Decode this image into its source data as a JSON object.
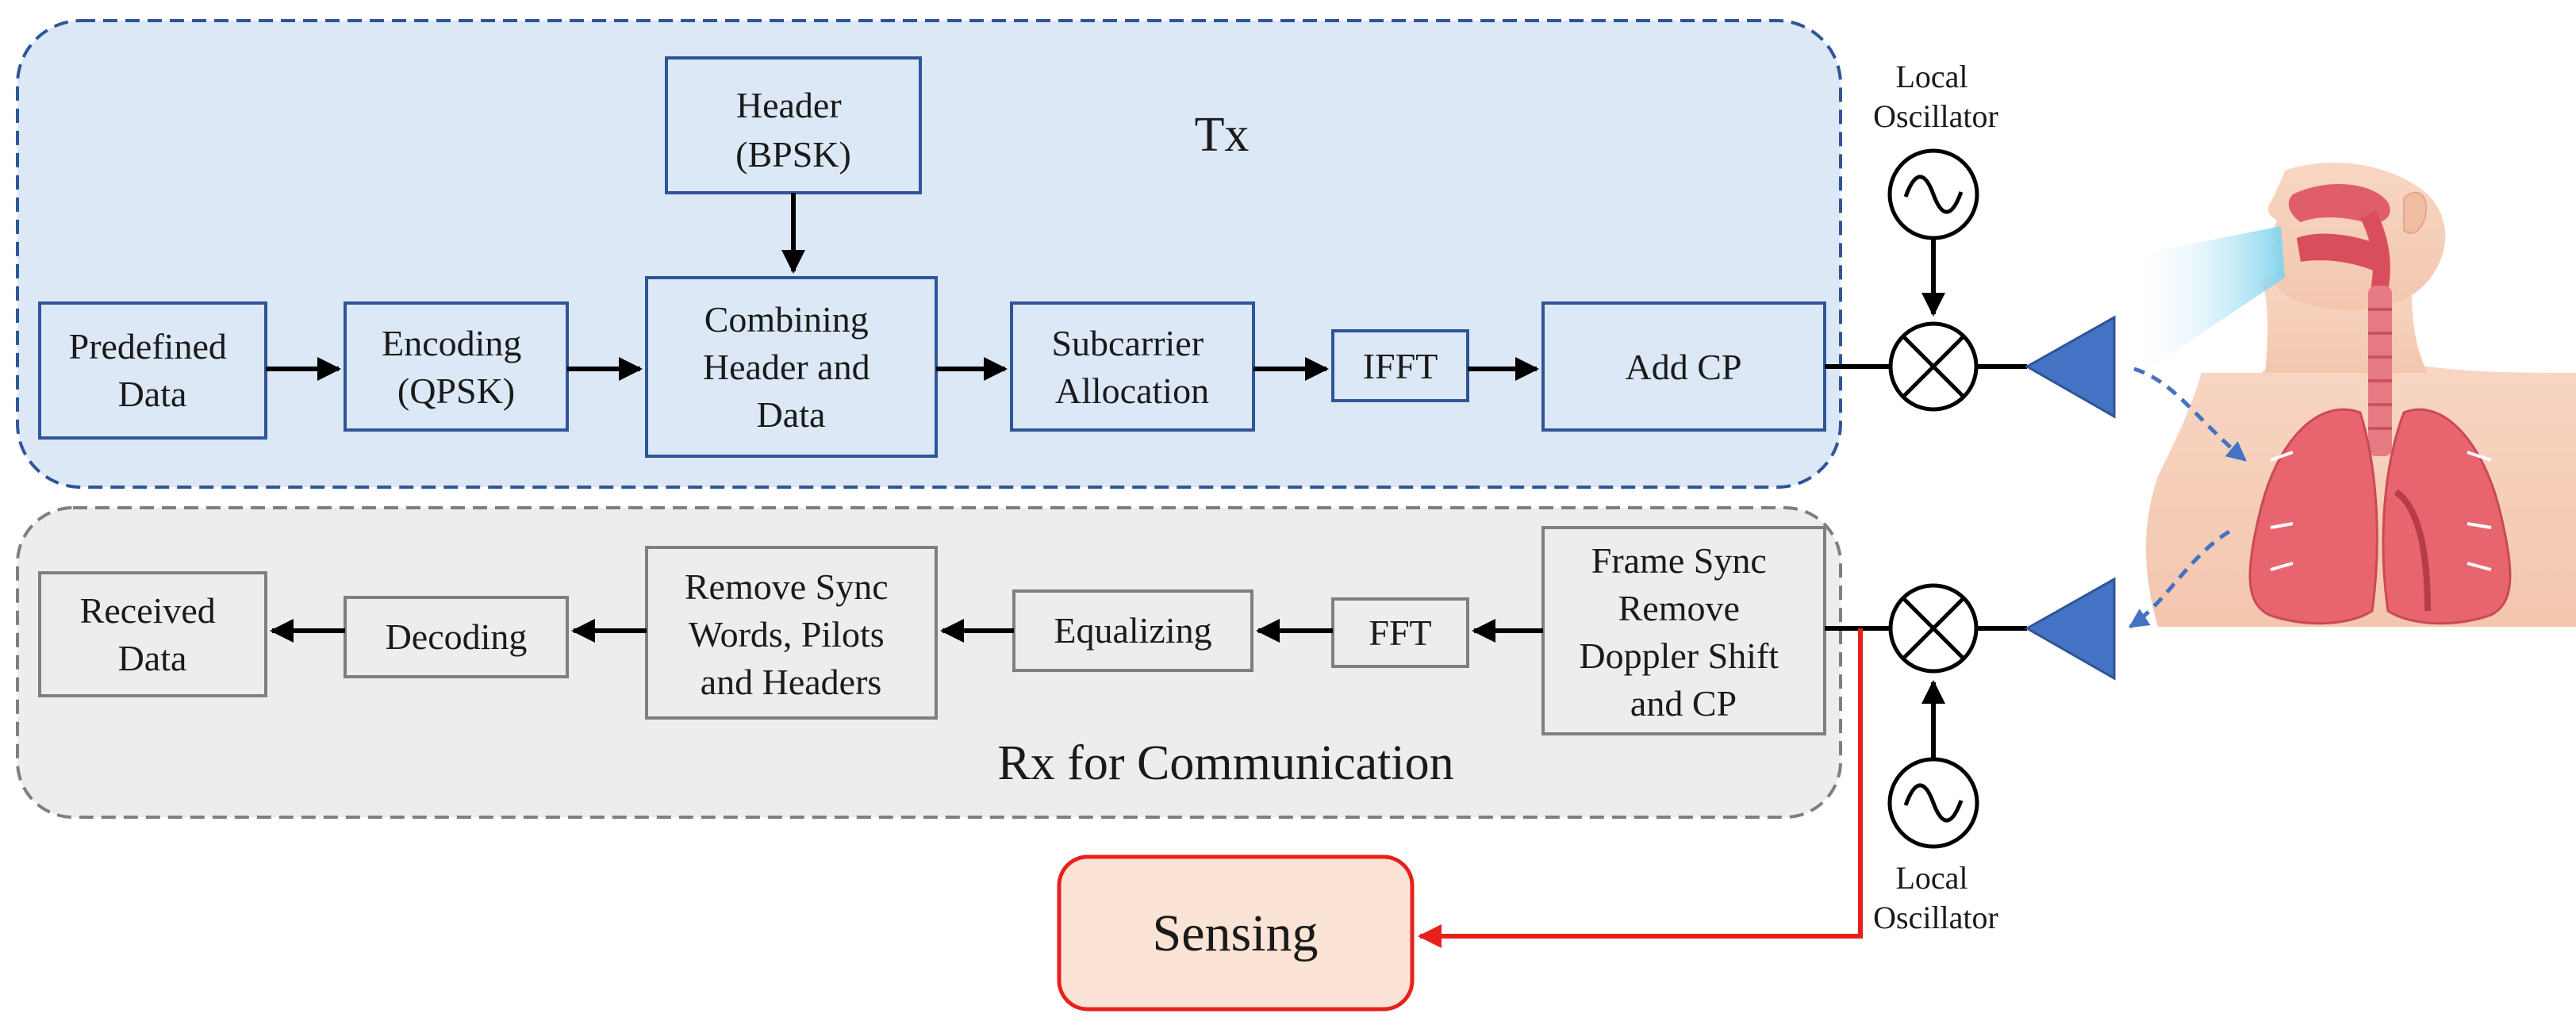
{
  "tx": {
    "title": "Tx",
    "blocks": {
      "header": [
        "Header",
        "(BPSK)"
      ],
      "predefined": [
        "Predefined",
        "Data"
      ],
      "encoding": [
        "Encoding",
        "(QPSK)"
      ],
      "combining": [
        "Combining",
        "Header and",
        "Data"
      ],
      "subcarrier": [
        "Subcarrier",
        "Allocation"
      ],
      "ifft": [
        "IFFT"
      ],
      "addcp": [
        "Add CP"
      ]
    }
  },
  "rx": {
    "title": "Rx for Communication",
    "blocks": {
      "received": [
        "Received",
        "Data"
      ],
      "decoding": [
        "Decoding"
      ],
      "remove": [
        "Remove Sync",
        "Words, Pilots",
        "and Headers"
      ],
      "equalizing": [
        "Equalizing"
      ],
      "fft": [
        "FFT"
      ],
      "frame": [
        "Frame Sync",
        "Remove",
        "Doppler Shift",
        "and CP"
      ]
    }
  },
  "oscillator_tx": [
    "Local",
    "Oscillator"
  ],
  "oscillator_rx": [
    "Local",
    "Oscillator"
  ],
  "sensing": "Sensing",
  "colors": {
    "tx_fill": "#dce8f6",
    "tx_stroke": "#2f5597",
    "rx_fill": "#ededed",
    "rx_stroke": "#7f7f7f",
    "antenna": "#4472c4",
    "sensing_fill": "#fbe3d6",
    "sensing_stroke": "#e8201c",
    "red_line": "#e8201c"
  }
}
